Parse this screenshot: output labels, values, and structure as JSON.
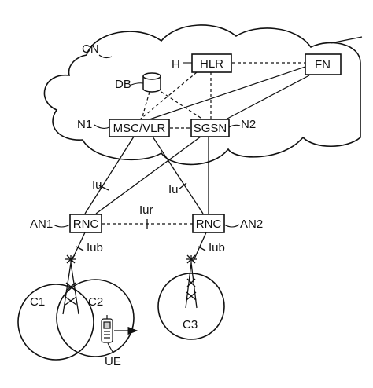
{
  "network": {
    "cn_label": "CN",
    "h_label": "H",
    "hlr_label": "HLR",
    "fn_label": "FN",
    "db_label": "DB",
    "n1_label": "N1",
    "msc_label": "MSC/VLR",
    "sgsn_label": "SGSN",
    "n2_label": "N2"
  },
  "access": {
    "iu_left_label": "Iu",
    "iu_right_label": "Iu",
    "iur_label": "Iur",
    "an1_label": "AN1",
    "rnc1_label": "RNC",
    "rnc2_label": "RNC",
    "an2_label": "AN2",
    "iub1_label": "Iub",
    "iub2_label": "Iub"
  },
  "cells": {
    "c1_label": "C1",
    "c2_label": "C2",
    "c3_label": "C3",
    "ue_label": "UE"
  }
}
